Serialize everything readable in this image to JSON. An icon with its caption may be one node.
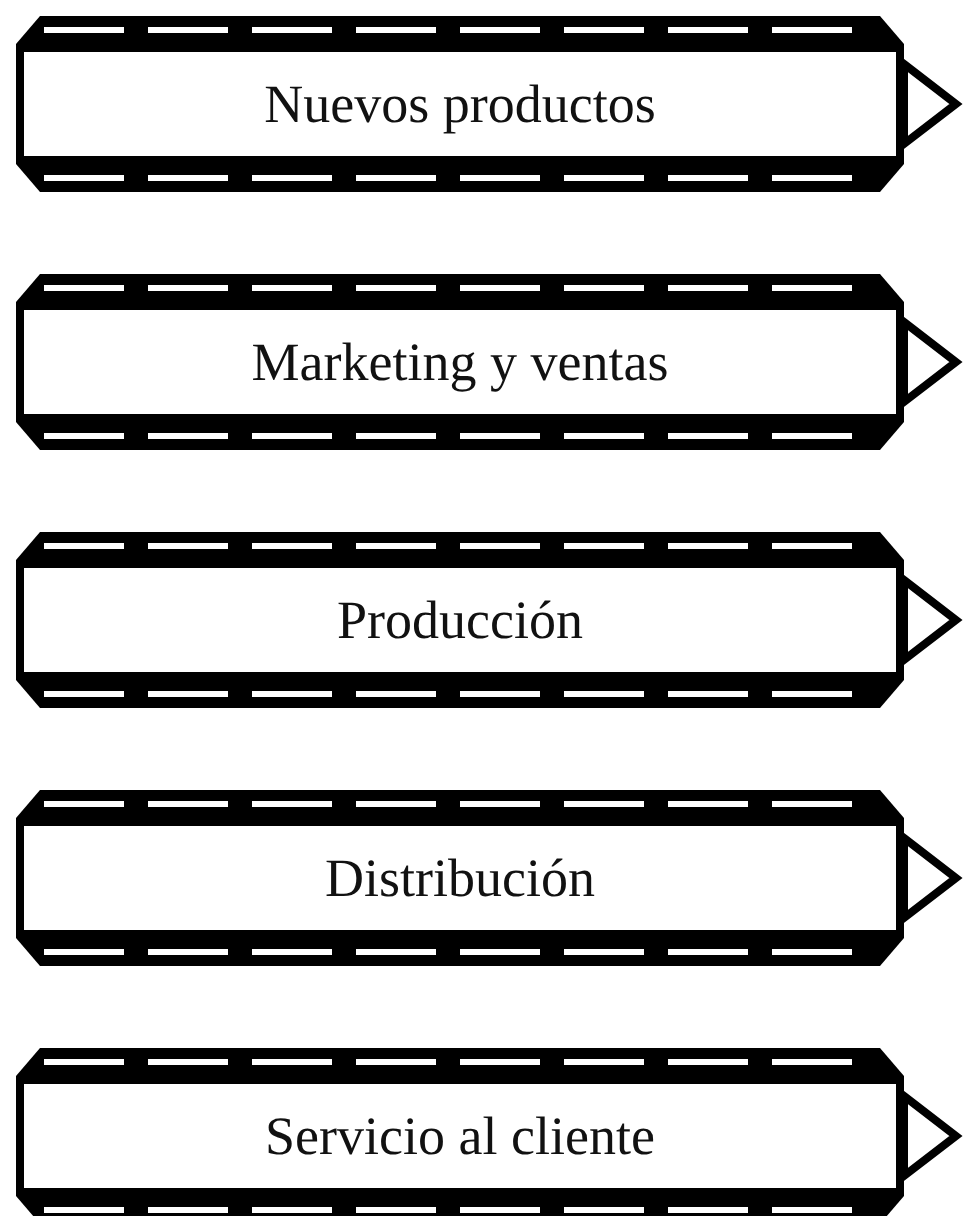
{
  "diagram": {
    "nodes": [
      {
        "text": [
          "Nuevos productos"
        ]
      },
      {
        "text": [
          "Marketing y ventas"
        ]
      },
      {
        "text": [
          "Producción"
        ]
      },
      {
        "text": [
          "Distribución"
        ]
      },
      {
        "text": [
          "Servicio al cliente"
        ]
      }
    ]
  }
}
